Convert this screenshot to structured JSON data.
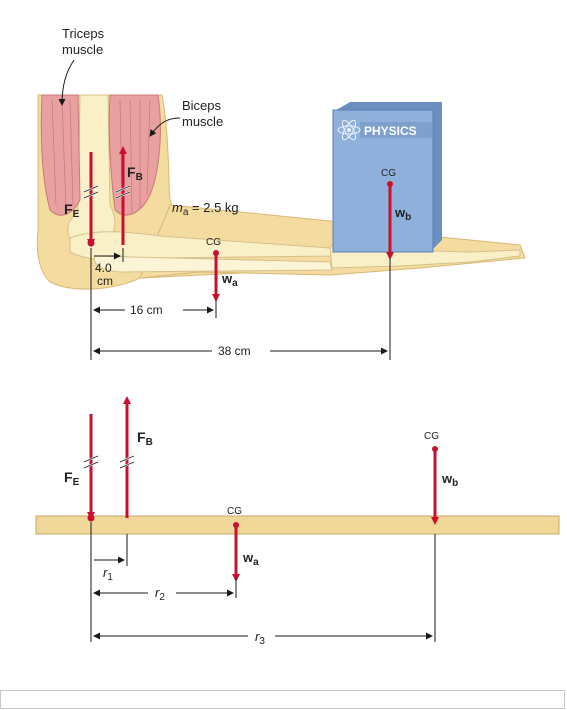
{
  "colors": {
    "force_arrow": "#c8102e",
    "skin": "#f4dca0",
    "bone": "#f9f0c8",
    "muscle": "#e8a0a0",
    "book_cover": "#8fb0da",
    "beam": "#f0d89a",
    "dimension_line": "#1a1a1a"
  },
  "anatomical": {
    "triceps_label_line1": "Triceps",
    "triceps_label_line2": "muscle",
    "biceps_label_line1": "Biceps",
    "biceps_label_line2": "muscle",
    "book_title": "PHYSICS",
    "cg_book": "CG",
    "cg_forearm": "CG",
    "mass_label": "m",
    "mass_sub": "a",
    "mass_value": " = 2.5 kg",
    "fe_main": "F",
    "fe_sub": "E",
    "fb_main": "F",
    "fb_sub": "B",
    "wa_main": "w",
    "wa_sub": "a",
    "wb_main": "w",
    "wb_sub": "b",
    "dim_4_line1": "4.0",
    "dim_4_line2": "cm",
    "dim_16": "16 cm",
    "dim_38": "38 cm"
  },
  "free_body": {
    "fe_main": "F",
    "fe_sub": "E",
    "fb_main": "F",
    "fb_sub": "B",
    "cg_forearm": "CG",
    "cg_book": "CG",
    "wa_main": "w",
    "wa_sub": "a",
    "wb_main": "w",
    "wb_sub": "b",
    "r1_main": "r",
    "r1_sub": "1",
    "r2_main": "r",
    "r2_sub": "2",
    "r3_main": "r",
    "r3_sub": "3"
  },
  "icons": [
    "atom-icon"
  ]
}
